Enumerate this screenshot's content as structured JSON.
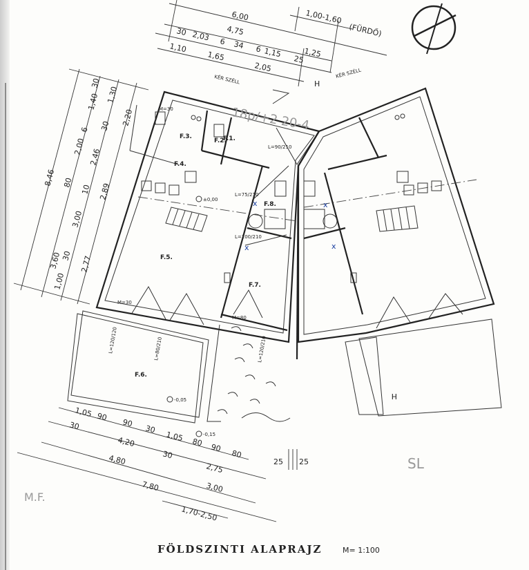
{
  "title": "FÖLDSZINTI ALAPRAJZ",
  "scale": "M= 1:100",
  "rooms": [
    "F.1.",
    "F.2.",
    "F.3.",
    "F.4.",
    "F.5.",
    "F.6.",
    "F.7.",
    "F.8."
  ],
  "top_dims": {
    "row1": [
      "6,00",
      "1,00-1,60",
      "(FÜRDŐ)"
    ],
    "row2": [
      "4,75",
      "1,25"
    ],
    "row3": [
      "30",
      "2,03",
      "6",
      "34",
      "6",
      "1,15",
      "25"
    ],
    "row4": [
      "1,10",
      "1,65",
      "2,05"
    ]
  },
  "left_dims": {
    "outer": [
      "8,46"
    ],
    "row1": [
      "3,60",
      "80",
      "2,00",
      "6",
      "1,40",
      "30"
    ],
    "row2": [
      "1,00",
      "30",
      "3,00",
      "10",
      "2,46",
      "30"
    ],
    "row3": [
      "2,77",
      "2,89",
      "1,30",
      "2,20"
    ]
  },
  "bottom_dims": {
    "row1": [
      "1,05",
      "90",
      "90",
      "30",
      "1,05",
      "80",
      "90",
      "80"
    ],
    "row2": [
      "30",
      "4,20",
      "30",
      "2,75"
    ],
    "row3": [
      "4,80",
      "3,00"
    ],
    "row4": [
      "7,80"
    ],
    "row5": [
      "1,70-2,50"
    ],
    "side": [
      "25",
      "25"
    ]
  },
  "levels": [
    "±0,00",
    "-0,05",
    "-0,15"
  ],
  "door_labels": [
    "L=75/210",
    "L=90/210",
    "L=100/210",
    "L=120/120",
    "L=80/210",
    "L=120/210"
  ],
  "window_labels": [
    "M=30",
    "M=80",
    "M=30"
  ],
  "section_marks": [
    "H",
    "H"
  ],
  "wall_notes": [
    "KÉR SZÉLL",
    "KÉR SZÉLL"
  ],
  "handwritten": [
    "18p/+2 20-4",
    "SL",
    "M.F."
  ]
}
